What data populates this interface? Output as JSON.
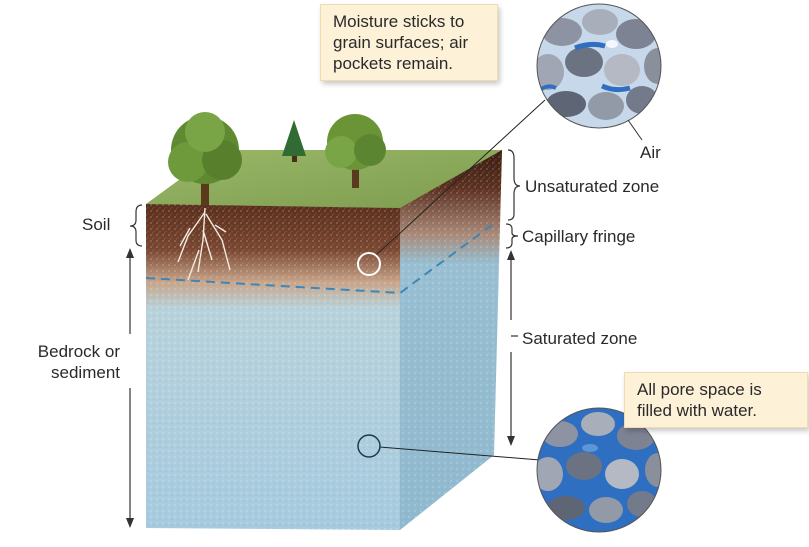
{
  "callouts": {
    "top": "Moisture sticks to\ngrain surfaces; air\npockets remain.",
    "bottom": "All pore space is\nfilled with water."
  },
  "labels": {
    "air": "Air",
    "soil": "Soil",
    "bedrock": "Bedrock or\nsediment",
    "unsaturated_zone": "Unsaturated zone",
    "capillary_fringe": "Capillary fringe",
    "saturated_zone": "Saturated zone"
  },
  "colors": {
    "water": "#a9cde0",
    "soil": "#6b3a24",
    "grass": "#8fae5d",
    "callout": "#fdf1d8",
    "water_table_dash": "#3e86b6"
  },
  "icons": [
    "tree-icon",
    "magnifier-circle-icon",
    "root-icon"
  ]
}
